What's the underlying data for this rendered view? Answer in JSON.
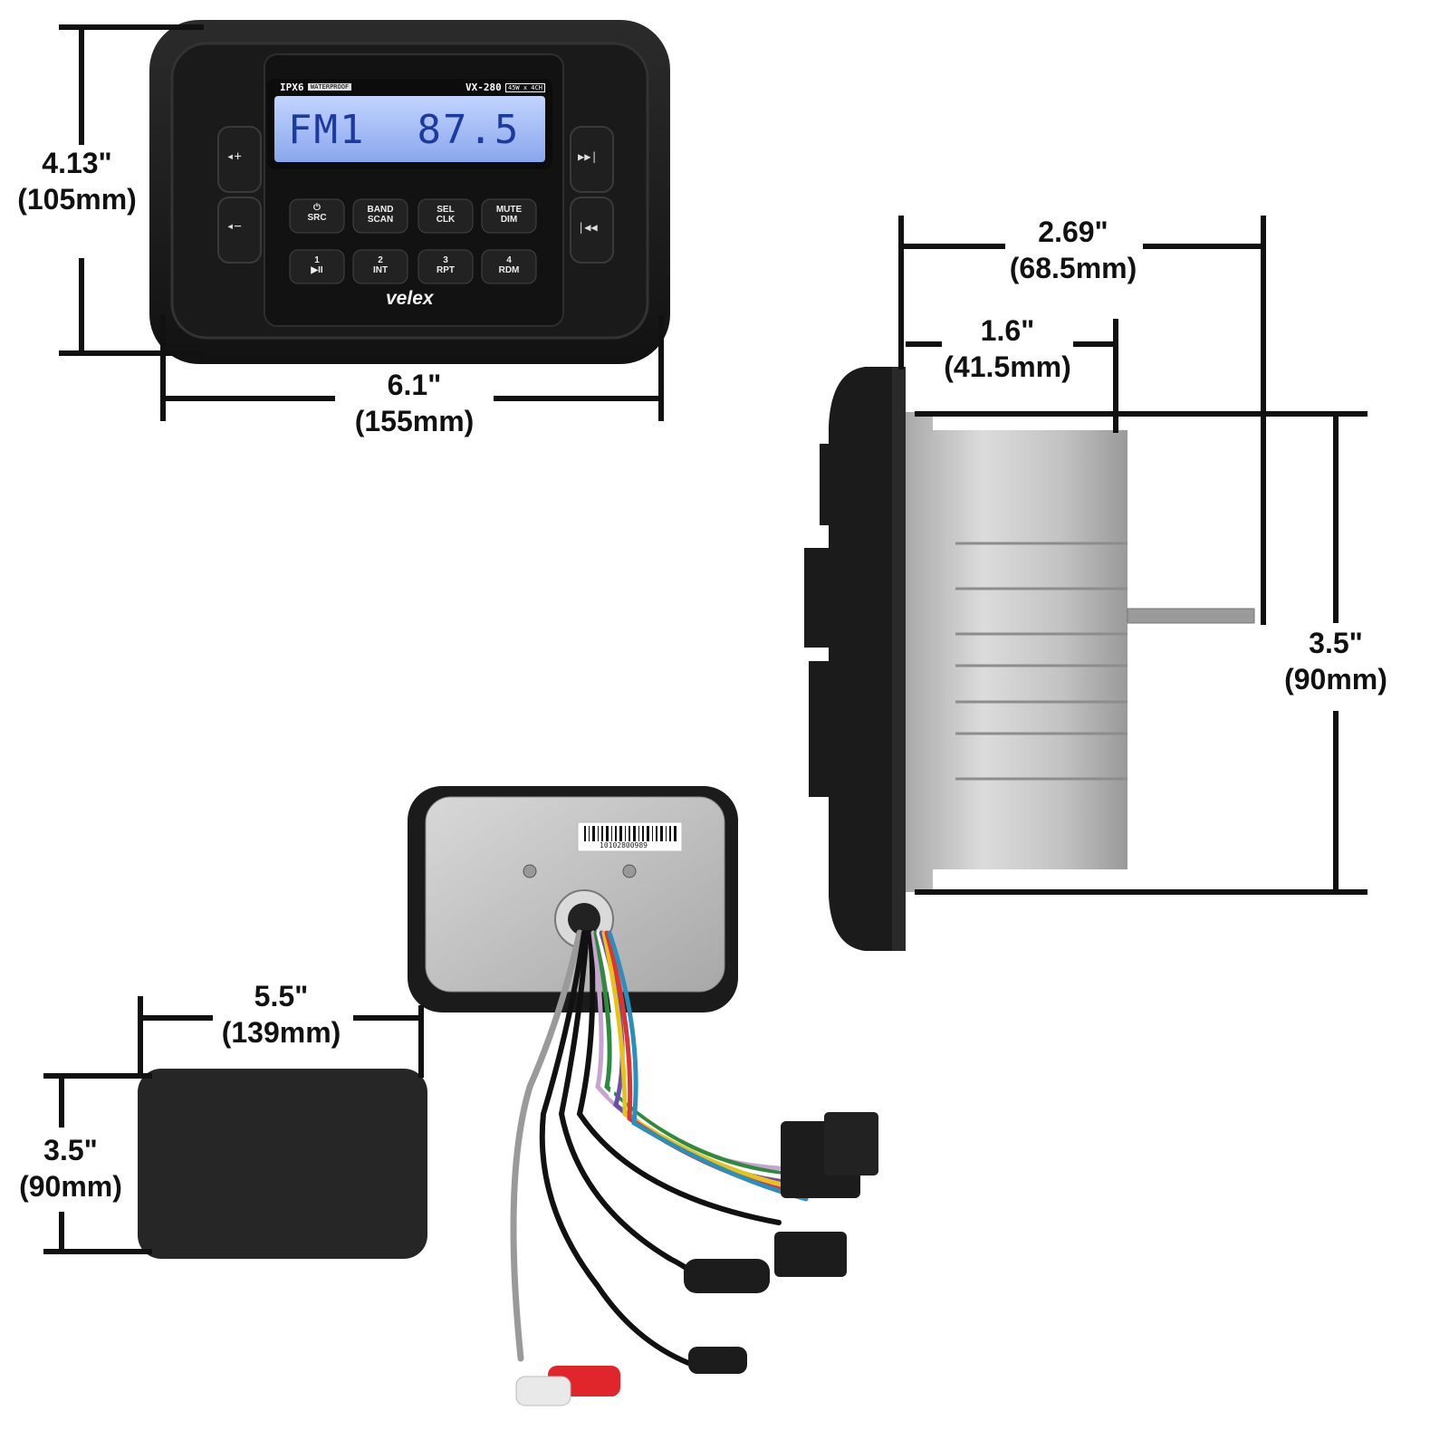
{
  "colors": {
    "background": "#ffffff",
    "dimension_line": "#111111",
    "unit_body": "#1c1c1c",
    "lcd_blue": "#9fb8f5",
    "heatsink": "#c9c9c9",
    "red_rca": "#e0262b"
  },
  "front_unit": {
    "lcd_badge": "IPX6",
    "lcd_waterproof": "WATERPROOF",
    "model": "VX-280",
    "power_rating": "45W x 4CH",
    "display_text": "FM1  87.5",
    "brand": "velex",
    "side_buttons": {
      "vol_up": "◂+",
      "vol_down": "◂−",
      "next": "▶▶|",
      "prev": "|◀◀"
    },
    "buttons_row1": [
      {
        "top": "⏻",
        "bottom": "SRC"
      },
      {
        "top": "BAND",
        "bottom": "SCAN"
      },
      {
        "top": "SEL",
        "bottom": "CLK"
      },
      {
        "top": "MUTE",
        "bottom": "DIM"
      }
    ],
    "buttons_row2": [
      {
        "top": "1",
        "bottom": "▶II"
      },
      {
        "top": "2",
        "bottom": "INT"
      },
      {
        "top": "3",
        "bottom": "RPT"
      },
      {
        "top": "4",
        "bottom": "RDM"
      }
    ]
  },
  "rear_unit": {
    "barcode_number": "10102800989"
  },
  "dimensions": {
    "front_height": {
      "in": "4.13\"",
      "mm": "(105mm)"
    },
    "front_width": {
      "in": "6.1\"",
      "mm": "(155mm)"
    },
    "side_total_depth": {
      "in": "2.69\"",
      "mm": "(68.5mm)"
    },
    "side_body_depth": {
      "in": "1.6\"",
      "mm": "(41.5mm)"
    },
    "side_height": {
      "in": "3.5\"",
      "mm": "(90mm)"
    },
    "gasket_width": {
      "in": "5.5\"",
      "mm": "(139mm)"
    },
    "gasket_height": {
      "in": "3.5\"",
      "mm": "(90mm)"
    }
  }
}
